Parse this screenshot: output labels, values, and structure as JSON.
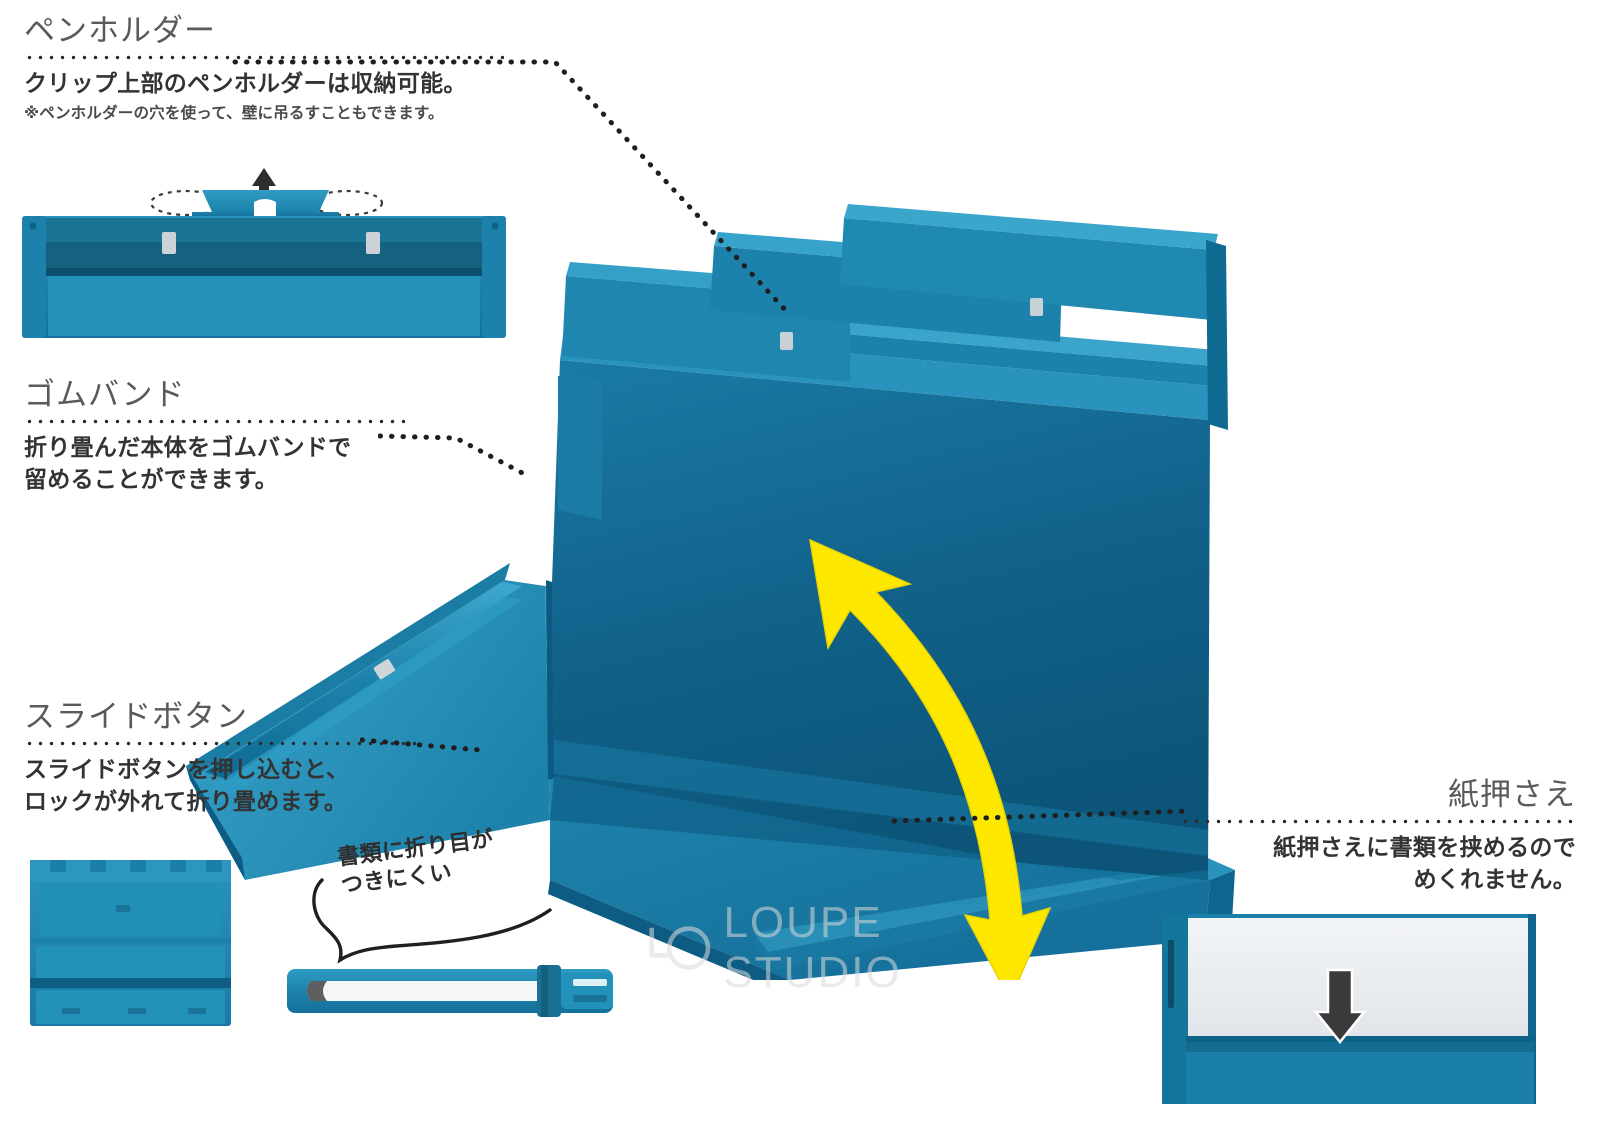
{
  "page": {
    "title": "折りたたみクリップボード 機能説明図",
    "background_color": "#ffffff"
  },
  "colors": {
    "product_blue": "#1f7fa8",
    "product_blue_light": "#2b93bd",
    "product_blue_mid": "#1c7da4",
    "product_blue_dark": "#0d5f86",
    "panel_inner": "#0f6a92",
    "panel_inner_dark": "#0a5madeup",
    "arrow_yellow": "#ffe800",
    "text_gray": "#5a5a5a",
    "text_dark": "#333333",
    "dot_color": "#2b2b2b",
    "watermark_gray": "#d9d9d9"
  },
  "callouts": [
    {
      "id": "pen-holder",
      "title": "ペンホルダー",
      "body": "クリップ上部のペンホルダーは収納可能。",
      "note": "※ペンホルダーの穴を使って、壁に吊るすこともできます。",
      "align": "left"
    },
    {
      "id": "rubber-band",
      "title": "ゴムバンド",
      "body": "折り畳んだ本体をゴムバンドで\n留めることができます。",
      "note": "",
      "align": "left"
    },
    {
      "id": "slide-button",
      "title": "スライドボタン",
      "body": "スライドボタンを押し込むと、\nロックが外れて折り畳めます。",
      "note": "",
      "align": "left"
    },
    {
      "id": "paper-holder",
      "title": "紙押さえ",
      "body": "紙押さえに書類を挟めるので\nめくれません。",
      "note": "",
      "align": "right"
    }
  ],
  "bubble": {
    "text": "書類に折り目が\nつきにくい"
  },
  "watermark": {
    "text": "LOUPE STUDIO"
  },
  "photos": {
    "pen_holder": {
      "caption": "",
      "arrow": "up-arrow"
    },
    "folded_front": {
      "caption": ""
    },
    "folded_side": {
      "caption": ""
    },
    "paper_holder": {
      "caption": "",
      "arrow": "down-arrow"
    }
  },
  "hero": {
    "arrow": "double-curved-arrow",
    "arrow_color": "#ffe800"
  }
}
